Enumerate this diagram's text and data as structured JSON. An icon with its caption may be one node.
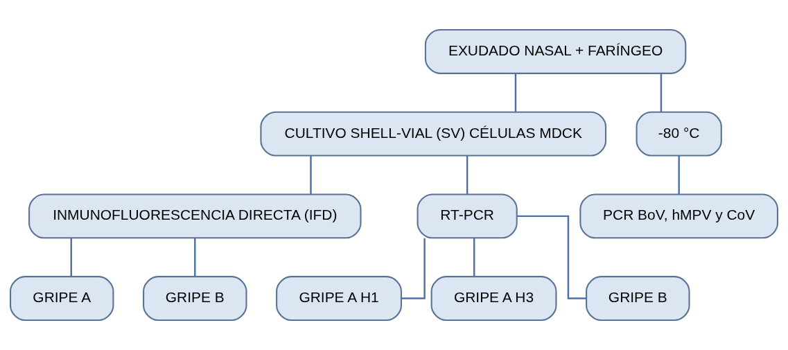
{
  "diagram": {
    "nodes": [
      {
        "text": [
          "EXUDADO NASAL + FARÍNGEO"
        ]
      },
      {
        "text": [
          "CULTIVO SHELL-VIAL (SV) CÉLULAS MDCK"
        ]
      },
      {
        "text": [
          "-80 °C"
        ]
      },
      {
        "text": [
          "INMUNOFLUORESCENCIA DIRECTA (IFD)"
        ]
      },
      {
        "text": [
          "RT-PCR"
        ]
      },
      {
        "text": [
          "PCR BoV, hMPV y CoV"
        ]
      },
      {
        "text": [
          "GRIPE A"
        ]
      },
      {
        "text": [
          "GRIPE B"
        ]
      },
      {
        "text": [
          "GRIPE B"
        ]
      },
      {
        "text": [
          "GRIPE A H1"
        ]
      },
      {
        "text": [
          "GRIPE A H3"
        ]
      }
    ],
    "edges": [
      {
        "from": 0,
        "to": 1,
        "arrow": "none"
      },
      {
        "from": 0,
        "to": 2,
        "arrow": "none"
      },
      {
        "from": 1,
        "to": 3,
        "arrow": "none"
      },
      {
        "from": 1,
        "to": 4,
        "arrow": "none"
      },
      {
        "from": 2,
        "to": 5,
        "arrow": "none"
      },
      {
        "from": 3,
        "to": 6,
        "arrow": "none"
      },
      {
        "from": 3,
        "to": 7,
        "arrow": "none"
      },
      {
        "from": 4,
        "to": 9,
        "arrow": "none"
      },
      {
        "from": 4,
        "to": 10,
        "arrow": "none"
      },
      {
        "from": 4,
        "to": 8,
        "arrow": "none"
      }
    ]
  }
}
